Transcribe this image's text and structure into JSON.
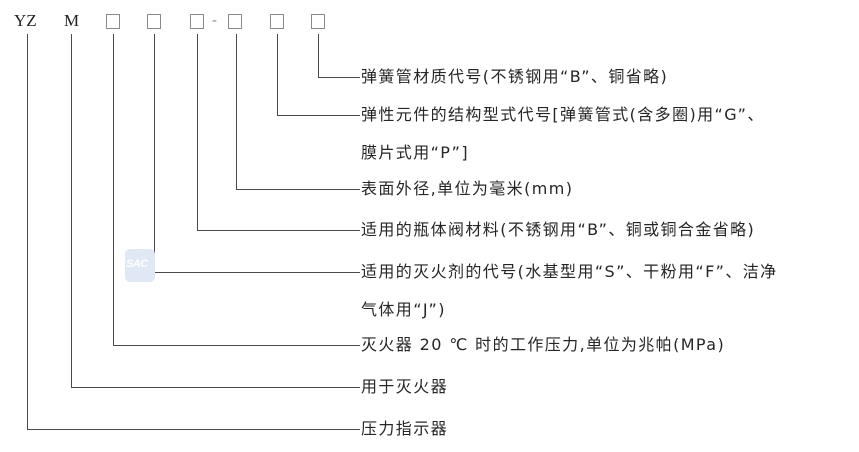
{
  "code": {
    "prefix1": "YZ",
    "prefix2": "M",
    "separator": "-",
    "placeholder_count": 6
  },
  "labels": [
    {
      "lines": [
        "弹簧管材质代号(不锈钢用“B”、铜省略)"
      ]
    },
    {
      "lines": [
        "弹性元件的结构型式代号[弹簧管式(含多圈)用“G”、",
        "膜片式用“P”]"
      ]
    },
    {
      "lines": [
        "表面外径,单位为毫米(mm)"
      ]
    },
    {
      "lines": [
        "适用的瓶体阀材料(不锈钢用“B”、铜或铜合金省略)"
      ]
    },
    {
      "lines": [
        "适用的灭火剂的代号(水基型用“S”、干粉用“F”、洁净",
        "气体用“J”)"
      ]
    },
    {
      "lines": [
        "灭火器 20 ℃ 时的工作压力,单位为兆帕(MPa)"
      ]
    },
    {
      "lines": [
        "用于灭火器"
      ]
    },
    {
      "lines": [
        "压力指示器"
      ]
    }
  ],
  "watermark": {
    "text": "SAC",
    "color": "#dfe8f4"
  },
  "colors": {
    "line": "#4a4a4a",
    "text": "#262626",
    "box_border": "#8a8a8a"
  }
}
